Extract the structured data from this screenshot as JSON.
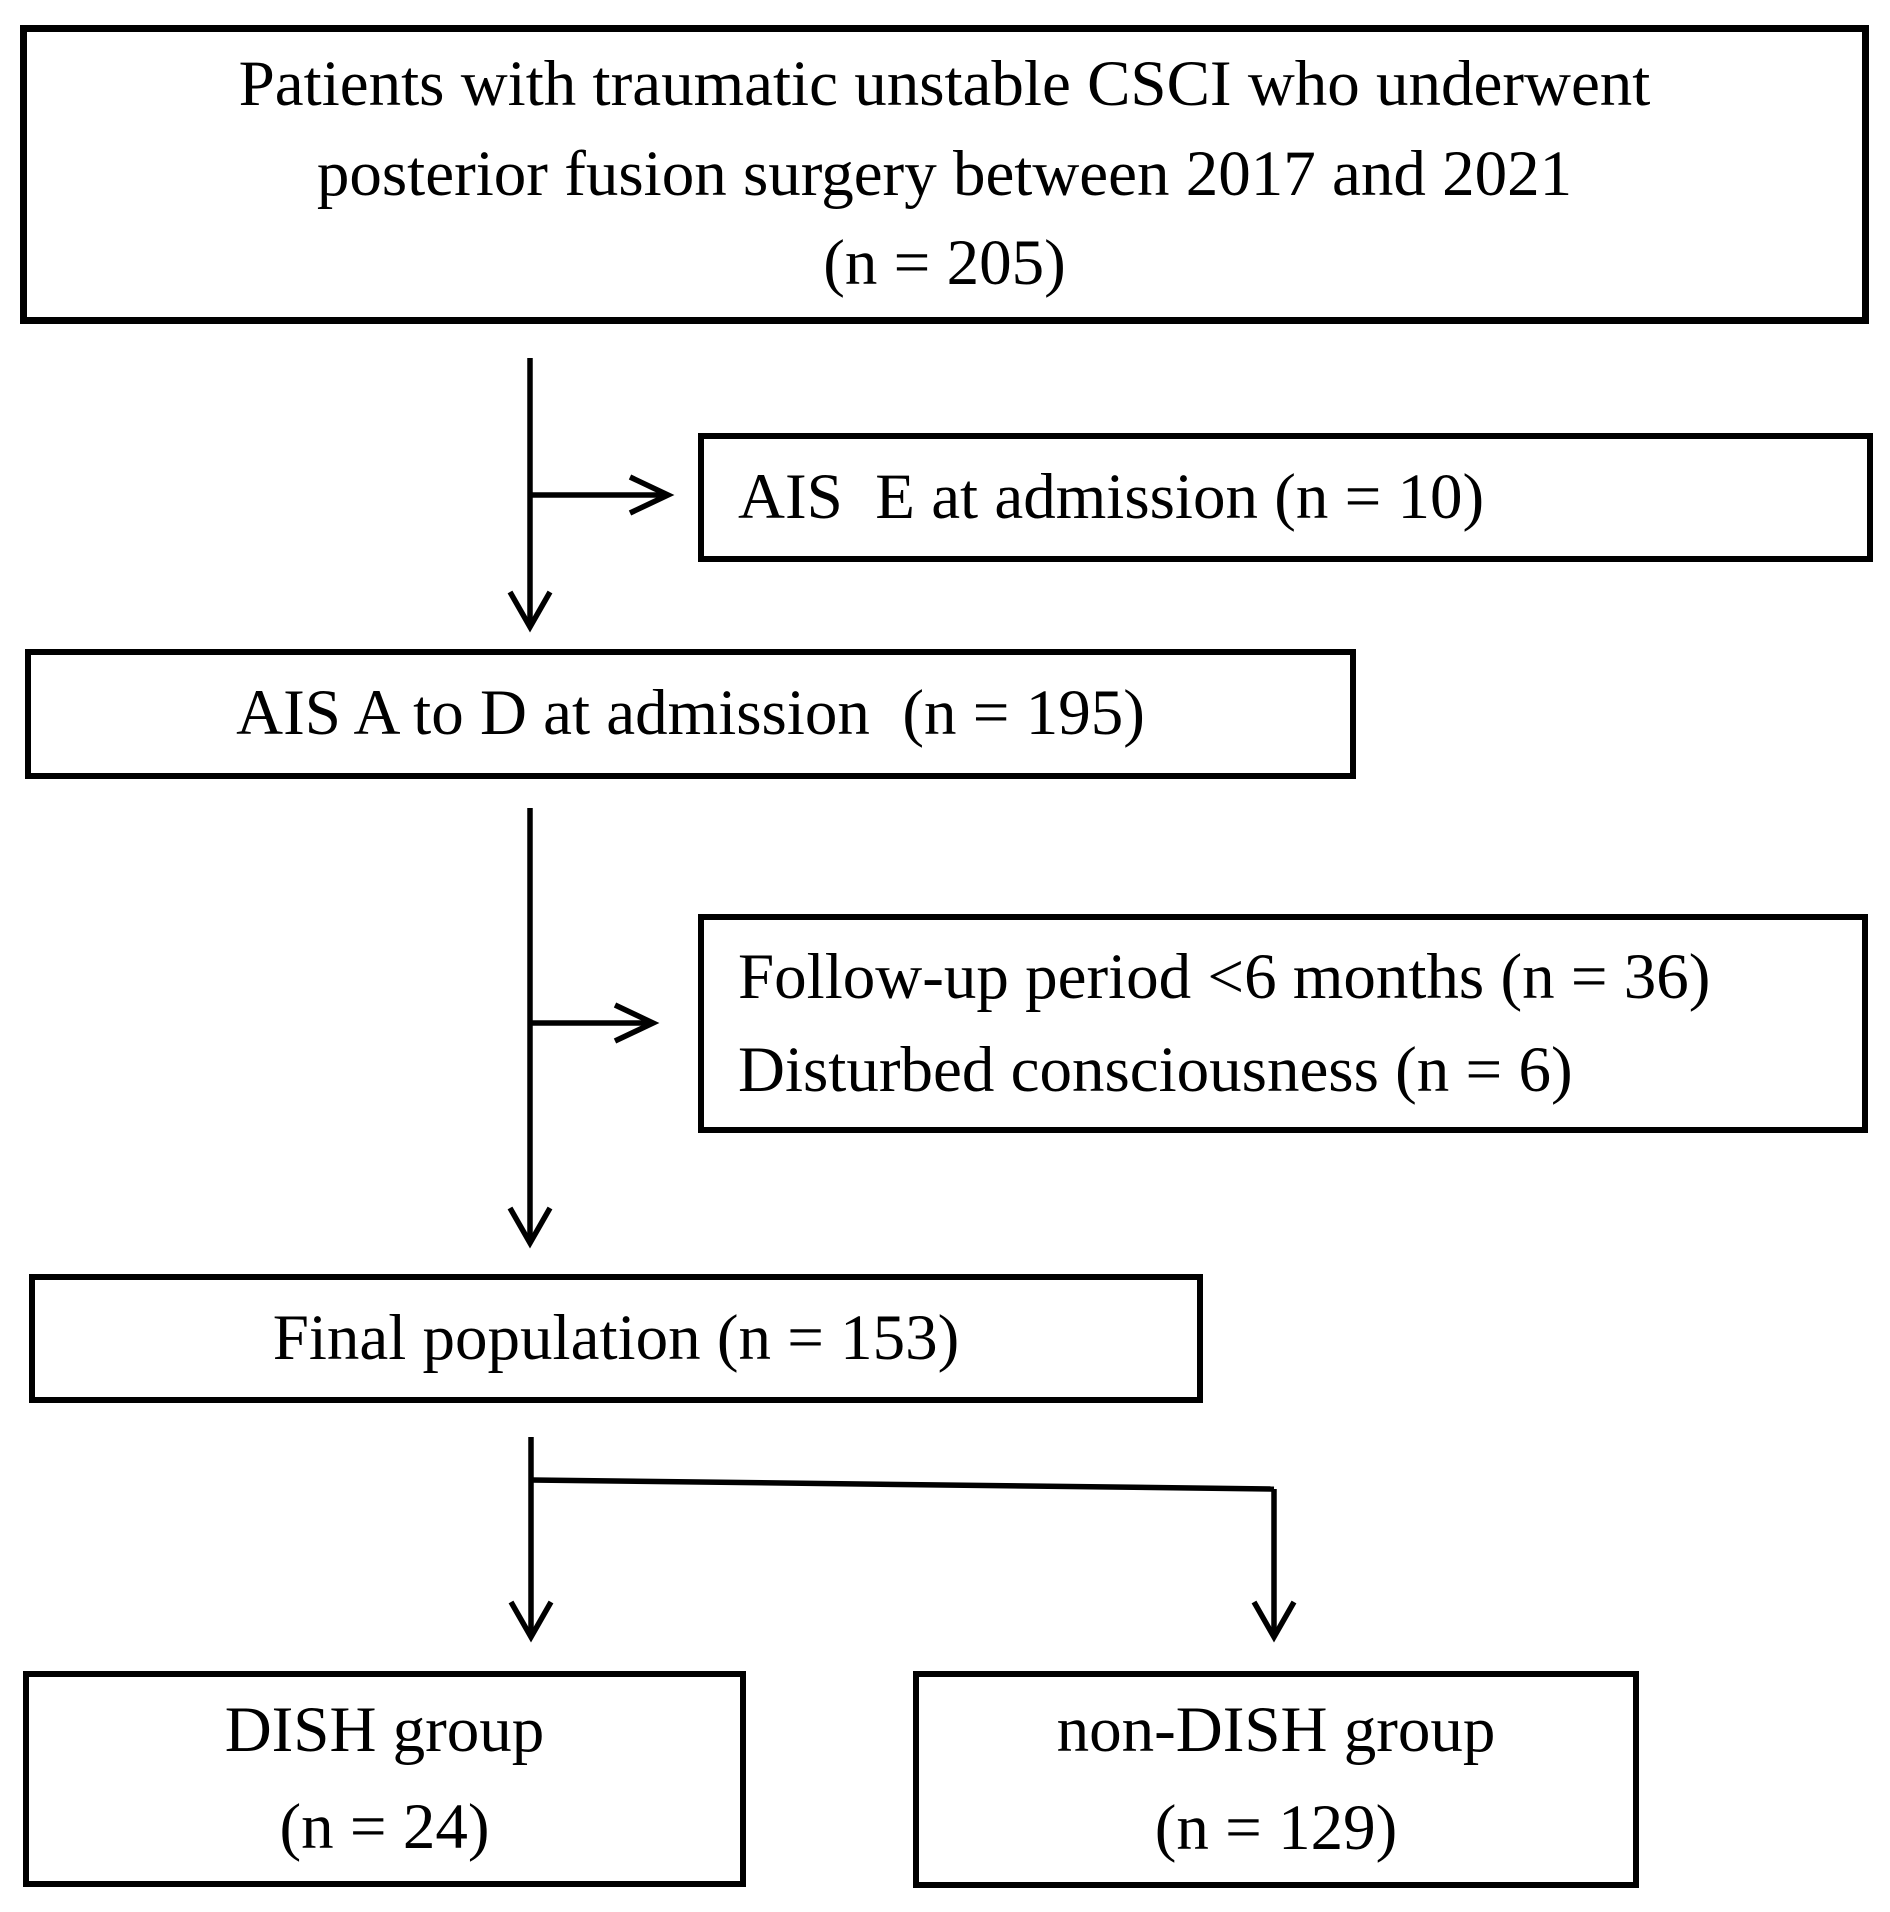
{
  "figure": {
    "background_color": "#ffffff",
    "line_color": "#000000",
    "text_color": "#000000",
    "boxes": {
      "initial": {
        "lines": [
          "Patients with traumatic unstable CSCI who underwent",
          "posterior fusion surgery between 2017 and 2021",
          "(n = 205)"
        ]
      },
      "excluded_ais_e": {
        "label": "AIS  E at admission (n = 10)"
      },
      "ais_a_to_d": {
        "label": "AIS A to D at admission  (n = 195)"
      },
      "excluded_followup": {
        "lines": [
          "Follow-up period <6 months (n = 36)",
          "Disturbed consciousness (n = 6)"
        ]
      },
      "final_population": {
        "label": "Final population (n = 153)"
      },
      "dish_group": {
        "lines": [
          "DISH group",
          "(n = 24)"
        ]
      },
      "non_dish_group": {
        "lines": [
          "non-DISH group",
          "(n = 129)"
        ]
      }
    }
  }
}
